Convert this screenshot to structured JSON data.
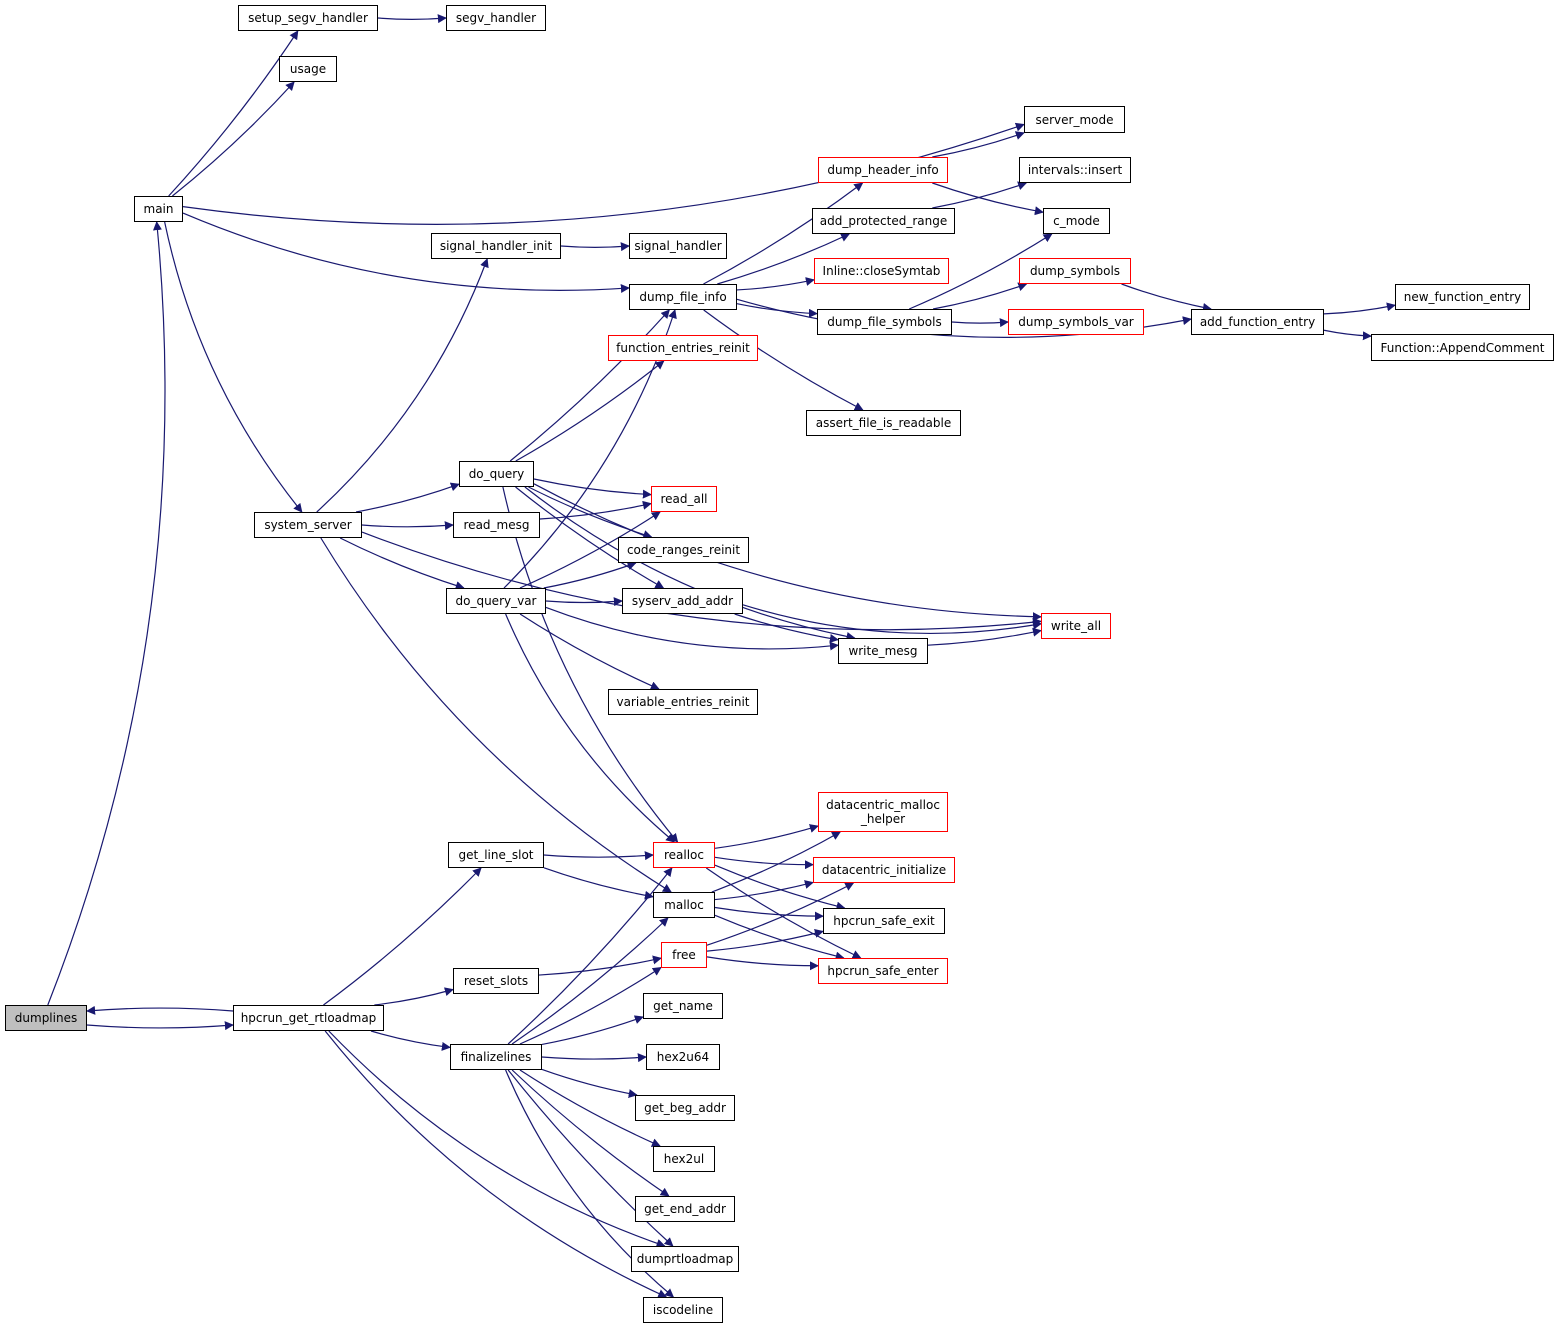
{
  "title": "Call graph for dumplines",
  "colors": {
    "edge": "#191970",
    "border": "#000000",
    "external_border": "#ff0000",
    "root_fill": "#bfbfbf"
  },
  "nodes": {
    "dumplines": {
      "label": "dumplines",
      "style": "root"
    },
    "main": {
      "label": "main",
      "style": "normal"
    },
    "setup_segv_handler": {
      "label": "setup_segv_handler",
      "style": "normal"
    },
    "segv_handler": {
      "label": "segv_handler",
      "style": "normal"
    },
    "usage": {
      "label": "usage",
      "style": "normal"
    },
    "server_mode": {
      "label": "server_mode",
      "style": "normal"
    },
    "dump_header_info": {
      "label": "dump_header_info",
      "style": "red"
    },
    "intervals_insert": {
      "label": "intervals::insert",
      "style": "normal"
    },
    "add_protected_range": {
      "label": "add_protected_range",
      "style": "normal"
    },
    "c_mode": {
      "label": "c_mode",
      "style": "normal"
    },
    "signal_handler_init": {
      "label": "signal_handler_init",
      "style": "normal"
    },
    "signal_handler": {
      "label": "signal_handler",
      "style": "normal"
    },
    "inline_closesymtab": {
      "label": "Inline::closeSymtab",
      "style": "red"
    },
    "dump_symbols": {
      "label": "dump_symbols",
      "style": "red"
    },
    "dump_file_info": {
      "label": "dump_file_info",
      "style": "normal"
    },
    "dump_file_symbols": {
      "label": "dump_file_symbols",
      "style": "normal"
    },
    "dump_symbols_var": {
      "label": "dump_symbols_var",
      "style": "red"
    },
    "add_function_entry": {
      "label": "add_function_entry",
      "style": "normal"
    },
    "new_function_entry": {
      "label": "new_function_entry",
      "style": "normal"
    },
    "function_appendcomment": {
      "label": "Function::AppendComment",
      "style": "normal"
    },
    "function_entries_reinit": {
      "label": "function_entries_reinit",
      "style": "red"
    },
    "assert_file_is_readable": {
      "label": "assert_file_is_readable",
      "style": "normal"
    },
    "do_query": {
      "label": "do_query",
      "style": "normal"
    },
    "read_all": {
      "label": "read_all",
      "style": "red"
    },
    "system_server": {
      "label": "system_server",
      "style": "normal"
    },
    "read_mesg": {
      "label": "read_mesg",
      "style": "normal"
    },
    "code_ranges_reinit": {
      "label": "code_ranges_reinit",
      "style": "normal"
    },
    "do_query_var": {
      "label": "do_query_var",
      "style": "normal"
    },
    "syserv_add_addr": {
      "label": "syserv_add_addr",
      "style": "normal"
    },
    "write_all": {
      "label": "write_all",
      "style": "red"
    },
    "write_mesg": {
      "label": "write_mesg",
      "style": "normal"
    },
    "variable_entries_reinit": {
      "label": "variable_entries_reinit",
      "style": "normal"
    },
    "datacentric_malloc_helper": {
      "label": "datacentric_malloc\n_helper",
      "style": "red"
    },
    "get_line_slot": {
      "label": "get_line_slot",
      "style": "normal"
    },
    "realloc": {
      "label": "realloc",
      "style": "red"
    },
    "datacentric_initialize": {
      "label": "datacentric_initialize",
      "style": "red"
    },
    "malloc": {
      "label": "malloc",
      "style": "normal"
    },
    "hpcrun_safe_exit": {
      "label": "hpcrun_safe_exit",
      "style": "normal"
    },
    "free": {
      "label": "free",
      "style": "red"
    },
    "hpcrun_safe_enter": {
      "label": "hpcrun_safe_enter",
      "style": "red"
    },
    "reset_slots": {
      "label": "reset_slots",
      "style": "normal"
    },
    "hpcrun_get_rtloadmap": {
      "label": "hpcrun_get_rtloadmap",
      "style": "normal"
    },
    "get_name": {
      "label": "get_name",
      "style": "normal"
    },
    "finalizelines": {
      "label": "finalizelines",
      "style": "normal"
    },
    "hex2u64": {
      "label": "hex2u64",
      "style": "normal"
    },
    "get_beg_addr": {
      "label": "get_beg_addr",
      "style": "normal"
    },
    "hex2ul": {
      "label": "hex2ul",
      "style": "normal"
    },
    "get_end_addr": {
      "label": "get_end_addr",
      "style": "normal"
    },
    "dumprtloadmap": {
      "label": "dumprtloadmap",
      "style": "normal"
    },
    "iscodeline": {
      "label": "iscodeline",
      "style": "normal"
    }
  },
  "edges": [
    [
      "dumplines",
      "main"
    ],
    [
      "dumplines",
      "hpcrun_get_rtloadmap"
    ],
    [
      "hpcrun_get_rtloadmap",
      "dumplines"
    ],
    [
      "main",
      "setup_segv_handler"
    ],
    [
      "main",
      "usage"
    ],
    [
      "main",
      "server_mode"
    ],
    [
      "main",
      "dump_file_info"
    ],
    [
      "main",
      "system_server"
    ],
    [
      "setup_segv_handler",
      "segv_handler"
    ],
    [
      "dump_header_info",
      "server_mode"
    ],
    [
      "dump_header_info",
      "c_mode"
    ],
    [
      "add_protected_range",
      "intervals_insert"
    ],
    [
      "signal_handler_init",
      "signal_handler"
    ],
    [
      "dump_file_info",
      "dump_header_info"
    ],
    [
      "dump_file_info",
      "add_protected_range"
    ],
    [
      "dump_file_info",
      "inline_closesymtab"
    ],
    [
      "dump_file_info",
      "dump_file_symbols"
    ],
    [
      "dump_file_info",
      "add_function_entry"
    ],
    [
      "dump_file_info",
      "assert_file_is_readable"
    ],
    [
      "dump_file_symbols",
      "c_mode"
    ],
    [
      "dump_file_symbols",
      "dump_symbols"
    ],
    [
      "dump_file_symbols",
      "dump_symbols_var"
    ],
    [
      "dump_symbols",
      "add_function_entry"
    ],
    [
      "add_function_entry",
      "new_function_entry"
    ],
    [
      "add_function_entry",
      "function_appendcomment"
    ],
    [
      "system_server",
      "signal_handler_init"
    ],
    [
      "system_server",
      "do_query"
    ],
    [
      "system_server",
      "read_mesg"
    ],
    [
      "system_server",
      "do_query_var"
    ],
    [
      "system_server",
      "malloc"
    ],
    [
      "system_server",
      "write_all"
    ],
    [
      "do_query",
      "dump_file_info"
    ],
    [
      "do_query",
      "function_entries_reinit"
    ],
    [
      "do_query",
      "read_all"
    ],
    [
      "do_query",
      "code_ranges_reinit"
    ],
    [
      "do_query",
      "syserv_add_addr"
    ],
    [
      "do_query",
      "write_mesg"
    ],
    [
      "do_query",
      "write_all"
    ],
    [
      "do_query",
      "realloc"
    ],
    [
      "read_mesg",
      "read_all"
    ],
    [
      "do_query_var",
      "dump_file_info"
    ],
    [
      "do_query_var",
      "read_all"
    ],
    [
      "do_query_var",
      "code_ranges_reinit"
    ],
    [
      "do_query_var",
      "syserv_add_addr"
    ],
    [
      "do_query_var",
      "write_mesg"
    ],
    [
      "do_query_var",
      "variable_entries_reinit"
    ],
    [
      "do_query_var",
      "realloc"
    ],
    [
      "syserv_add_addr",
      "write_all"
    ],
    [
      "syserv_add_addr",
      "write_mesg"
    ],
    [
      "write_mesg",
      "write_all"
    ],
    [
      "get_line_slot",
      "realloc"
    ],
    [
      "get_line_slot",
      "malloc"
    ],
    [
      "realloc",
      "datacentric_malloc_helper"
    ],
    [
      "realloc",
      "datacentric_initialize"
    ],
    [
      "realloc",
      "hpcrun_safe_exit"
    ],
    [
      "realloc",
      "hpcrun_safe_enter"
    ],
    [
      "malloc",
      "datacentric_malloc_helper"
    ],
    [
      "malloc",
      "datacentric_initialize"
    ],
    [
      "malloc",
      "hpcrun_safe_exit"
    ],
    [
      "malloc",
      "hpcrun_safe_enter"
    ],
    [
      "free",
      "datacentric_initialize"
    ],
    [
      "free",
      "hpcrun_safe_exit"
    ],
    [
      "free",
      "hpcrun_safe_enter"
    ],
    [
      "reset_slots",
      "free"
    ],
    [
      "hpcrun_get_rtloadmap",
      "get_line_slot"
    ],
    [
      "hpcrun_get_rtloadmap",
      "reset_slots"
    ],
    [
      "hpcrun_get_rtloadmap",
      "finalizelines"
    ],
    [
      "hpcrun_get_rtloadmap",
      "dumprtloadmap"
    ],
    [
      "hpcrun_get_rtloadmap",
      "iscodeline"
    ],
    [
      "finalizelines",
      "realloc"
    ],
    [
      "finalizelines",
      "malloc"
    ],
    [
      "finalizelines",
      "free"
    ],
    [
      "finalizelines",
      "get_name"
    ],
    [
      "finalizelines",
      "hex2u64"
    ],
    [
      "finalizelines",
      "get_beg_addr"
    ],
    [
      "finalizelines",
      "hex2ul"
    ],
    [
      "finalizelines",
      "get_end_addr"
    ],
    [
      "finalizelines",
      "dumprtloadmap"
    ],
    [
      "finalizelines",
      "iscodeline"
    ]
  ]
}
